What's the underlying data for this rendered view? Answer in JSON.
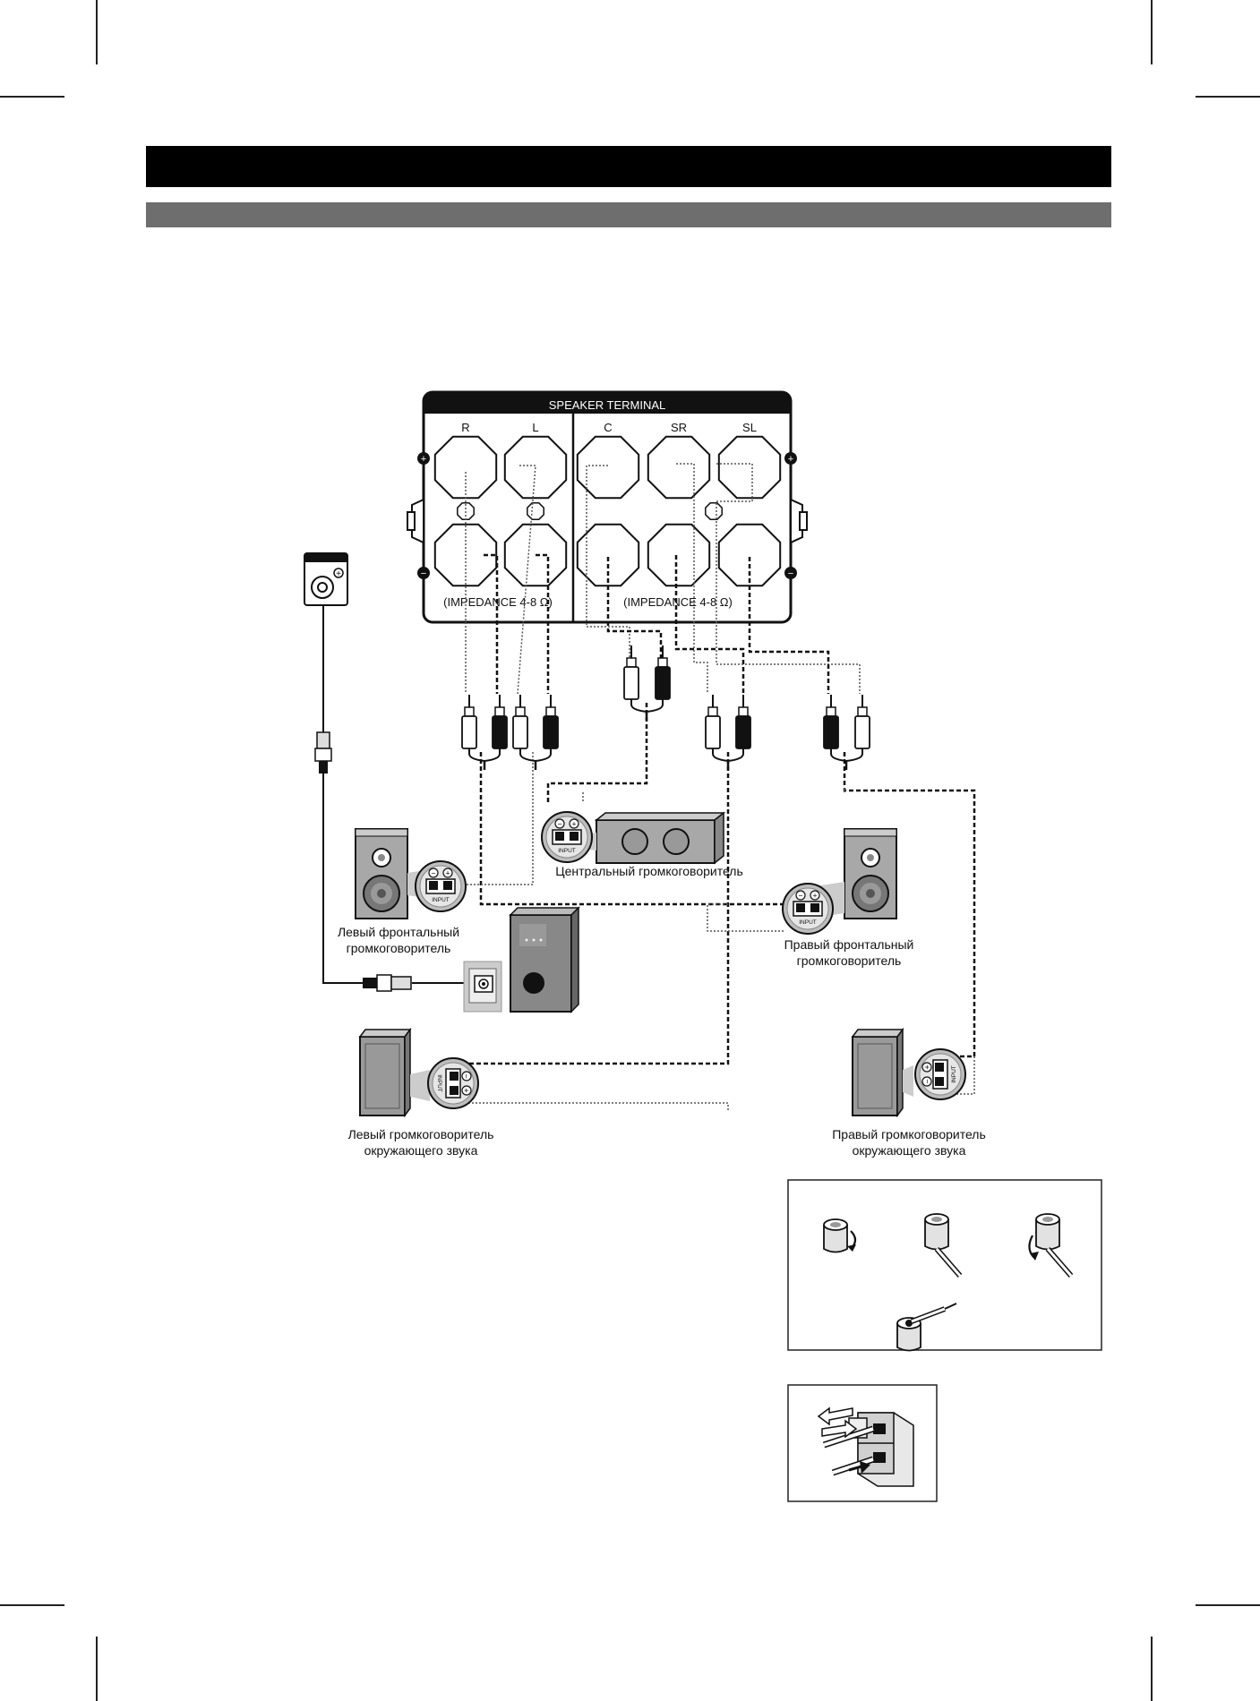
{
  "terminal": {
    "title": "SPEAKER TERMINAL",
    "channels": [
      "R",
      "L",
      "C",
      "SR",
      "SL"
    ],
    "impedance_left": "(IMPEDANCE 4-8 Ω)",
    "impedance_right": "(IMPEDANCE 4-8 Ω)"
  },
  "speakers": {
    "center": "Центральный громкоговоритель",
    "front_left_line1": "Левый фронтальный",
    "front_left_line2": "громкоговоритель",
    "front_right_line1": "Правый фронтальный",
    "front_right_line2": "громкоговоритель",
    "surround_left_line1": "Левый громкоговоритель",
    "surround_left_line2": "окружающего звука",
    "surround_right_line1": "Правый громкоговоритель",
    "surround_right_line2": "окружающего звука"
  },
  "input_label": "INPUT",
  "colors": {
    "header_bar": "#000000",
    "sub_bar": "#6e6e6e",
    "speaker_body": "#9a9a9a"
  }
}
